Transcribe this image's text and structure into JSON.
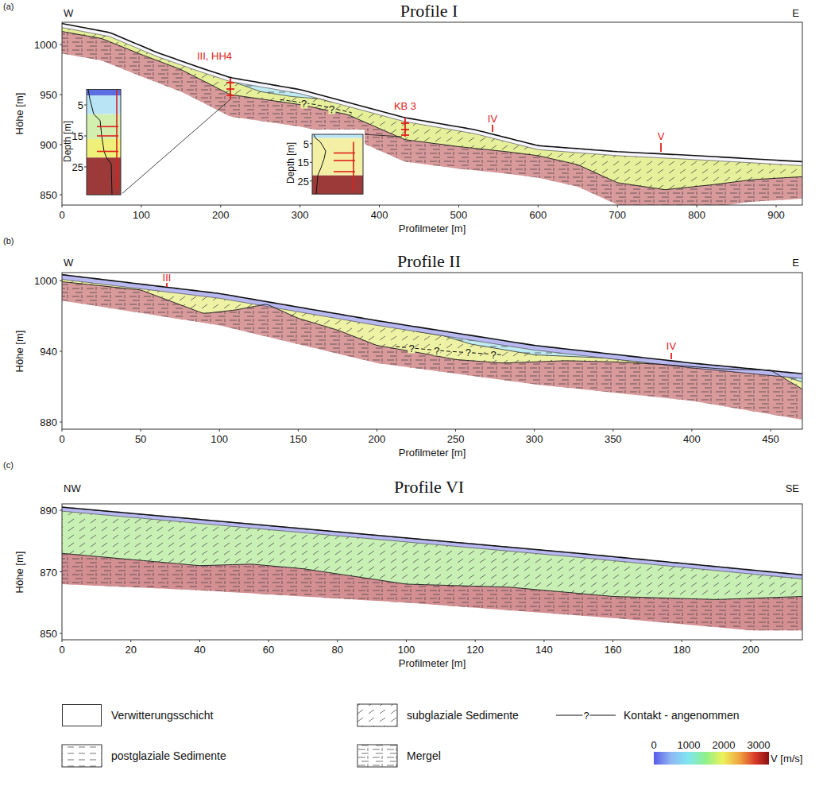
{
  "diagram": {
    "labels": [
      "(a)",
      "W",
      "E",
      "Profile I",
      "III, HH4",
      "KB 3",
      "IV",
      "V",
      "Höhe [m]",
      "1000",
      "950",
      "900",
      "850",
      "0",
      "100",
      "200",
      "300",
      "400",
      "500",
      "600",
      "700",
      "800",
      "900",
      "Profilmeter [m]",
      "Depth [m]",
      "5",
      "15",
      "25",
      "Depth [m]",
      "5",
      "15",
      "25",
      "?",
      "?",
      "(b)",
      "W",
      "E",
      "Profile II",
      "III",
      "IV",
      "Höhe [m]",
      "1000",
      "940",
      "880",
      "0",
      "50",
      "100",
      "150",
      "200",
      "250",
      "300",
      "350",
      "400",
      "450",
      "Profilmeter [m]",
      "?",
      "?",
      "?",
      "?",
      "(c)",
      "NW",
      "SE",
      "Profile VI",
      "Höhe [m]",
      "890",
      "870",
      "850",
      "0",
      "20",
      "40",
      "60",
      "80",
      "100",
      "120",
      "140",
      "160",
      "180",
      "200",
      "Profilmeter [m]",
      "?",
      "0",
      "1000",
      "2000",
      "3000",
      "V [m/s]"
    ],
    "legend": [
      {
        "text": "Verwitterungsschicht",
        "color": "#ffffff"
      },
      {
        "text": "subglaziale Sedimente"
      },
      {
        "text": "Kontakt - angenommen"
      },
      {
        "text": "postglaziale Sedimente"
      },
      {
        "text": "Mergel"
      }
    ]
  }
}
